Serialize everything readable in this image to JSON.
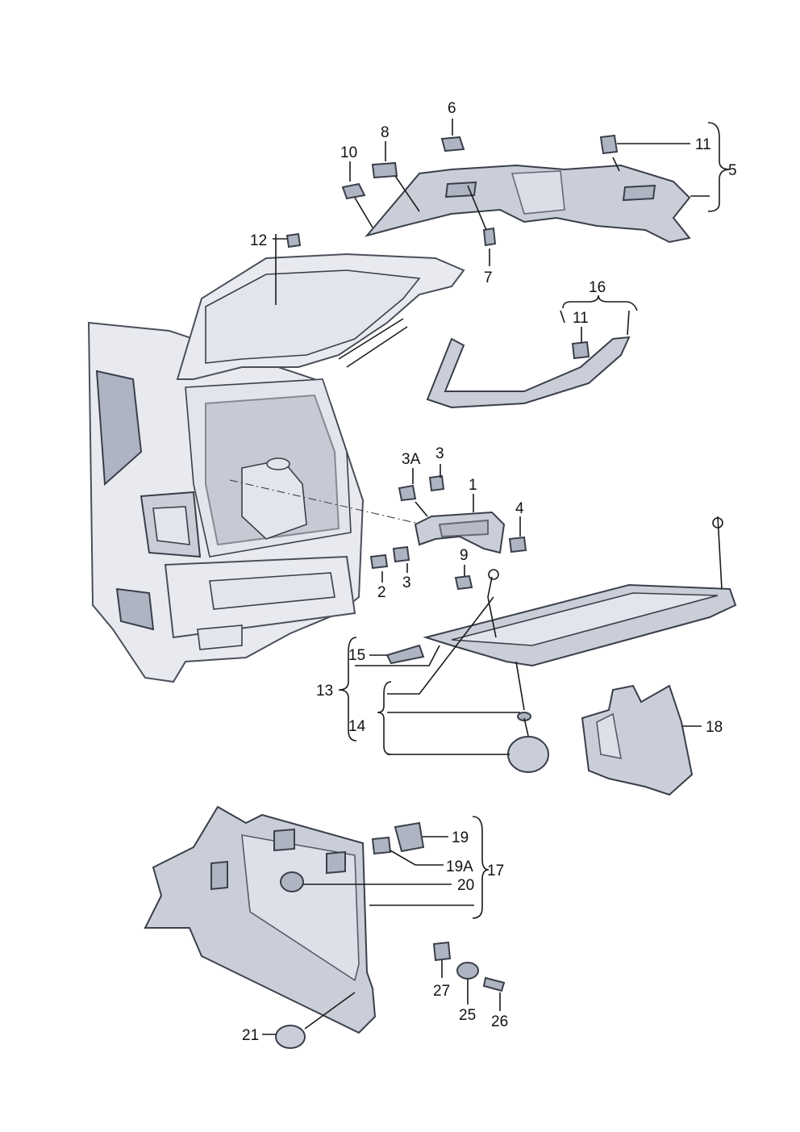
{
  "callouts": {
    "p1": "1",
    "p2": "2",
    "p3a": "3",
    "p3b": "3",
    "p3A": "3A",
    "p4": "4",
    "p5": "5",
    "p6": "6",
    "p7": "7",
    "p8": "8",
    "p9": "9",
    "p10": "10",
    "p11a": "11",
    "p11b": "11",
    "p12": "12",
    "p13": "13",
    "p14": "14",
    "p15": "15",
    "p16": "16",
    "p17": "17",
    "p18": "18",
    "p19": "19",
    "p19A": "19A",
    "p20": "20",
    "p21": "21",
    "p25": "25",
    "p26": "26",
    "p27": "27"
  }
}
